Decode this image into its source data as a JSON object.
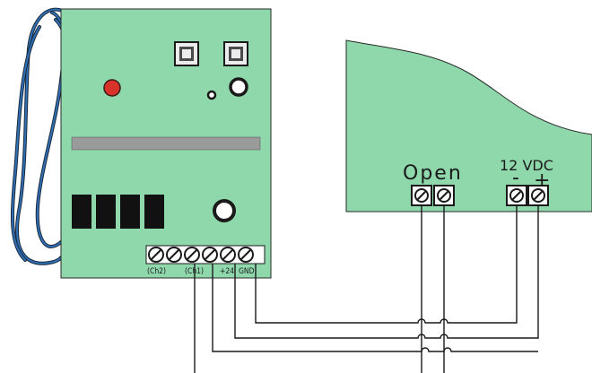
{
  "colors": {
    "board": "#8fd8ac",
    "board_outline": "#2a2a2a",
    "antenna_blue": "#2f6fb5",
    "antenna_dark": "#1c2a3a",
    "led": "#d8332a",
    "bar": "#9a9a9a",
    "wire": "#1a1a1a",
    "terminal": "#ececec"
  },
  "receiver": {
    "terminal_labels": [
      "(Ch2)",
      "(Ch1)",
      "+24",
      "GND"
    ]
  },
  "opener": {
    "open_label": "Open",
    "power_label": "12 VDC",
    "minus_label": "-",
    "plus_label": "+"
  }
}
